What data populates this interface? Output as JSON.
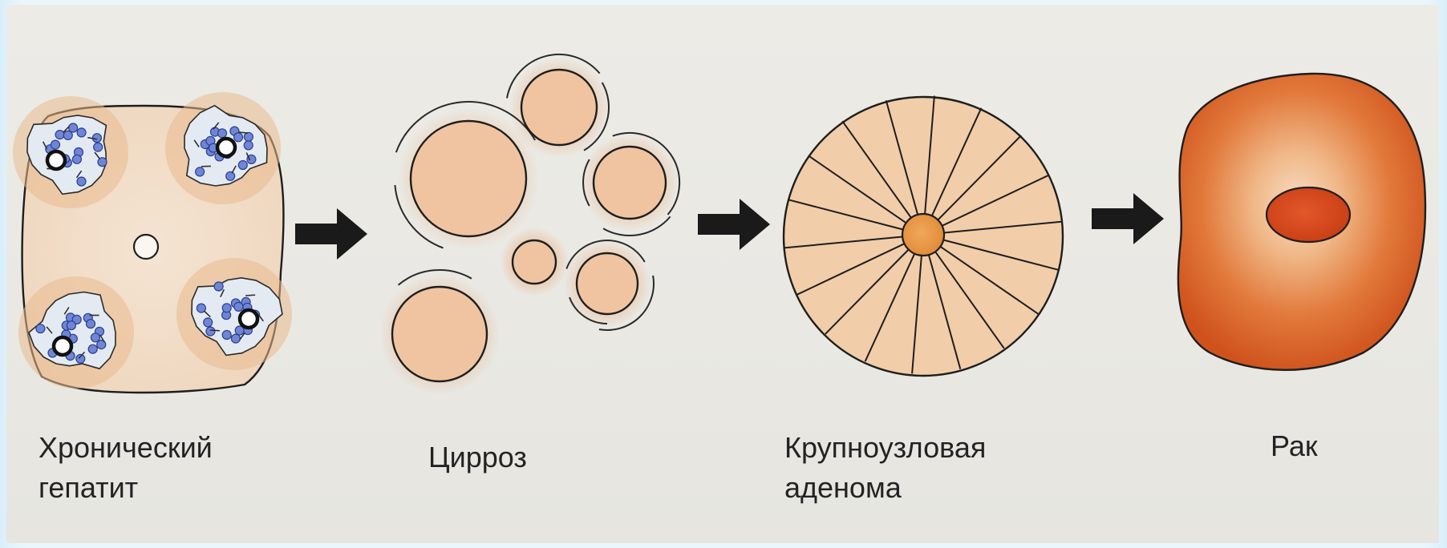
{
  "stages": [
    {
      "label": "Хронический\nгепатит"
    },
    {
      "label": "Цирроз"
    },
    {
      "label": "Крупноузловая\nаденома"
    },
    {
      "label": "Рак"
    }
  ],
  "colors": {
    "background": "#e9e8e3",
    "nodule_fill": "#f0c4a0",
    "lobule_fill": "#f1dcc6",
    "inflammation_blue": "#4d68c4",
    "adenoma_center": "#e79a45",
    "tumor_outer": "#d85a22",
    "tumor_inner": "#f2c7a6",
    "tumor_core": "#cf4418",
    "arrow": "#1a1a1a",
    "outline": "#1e1e1e"
  },
  "icons": [
    "hepatitis-lobule-figure",
    "cirrhosis-nodules-figure",
    "adenoma-nodule-figure",
    "cancer-tumor-figure",
    "arrow-right-icon"
  ]
}
